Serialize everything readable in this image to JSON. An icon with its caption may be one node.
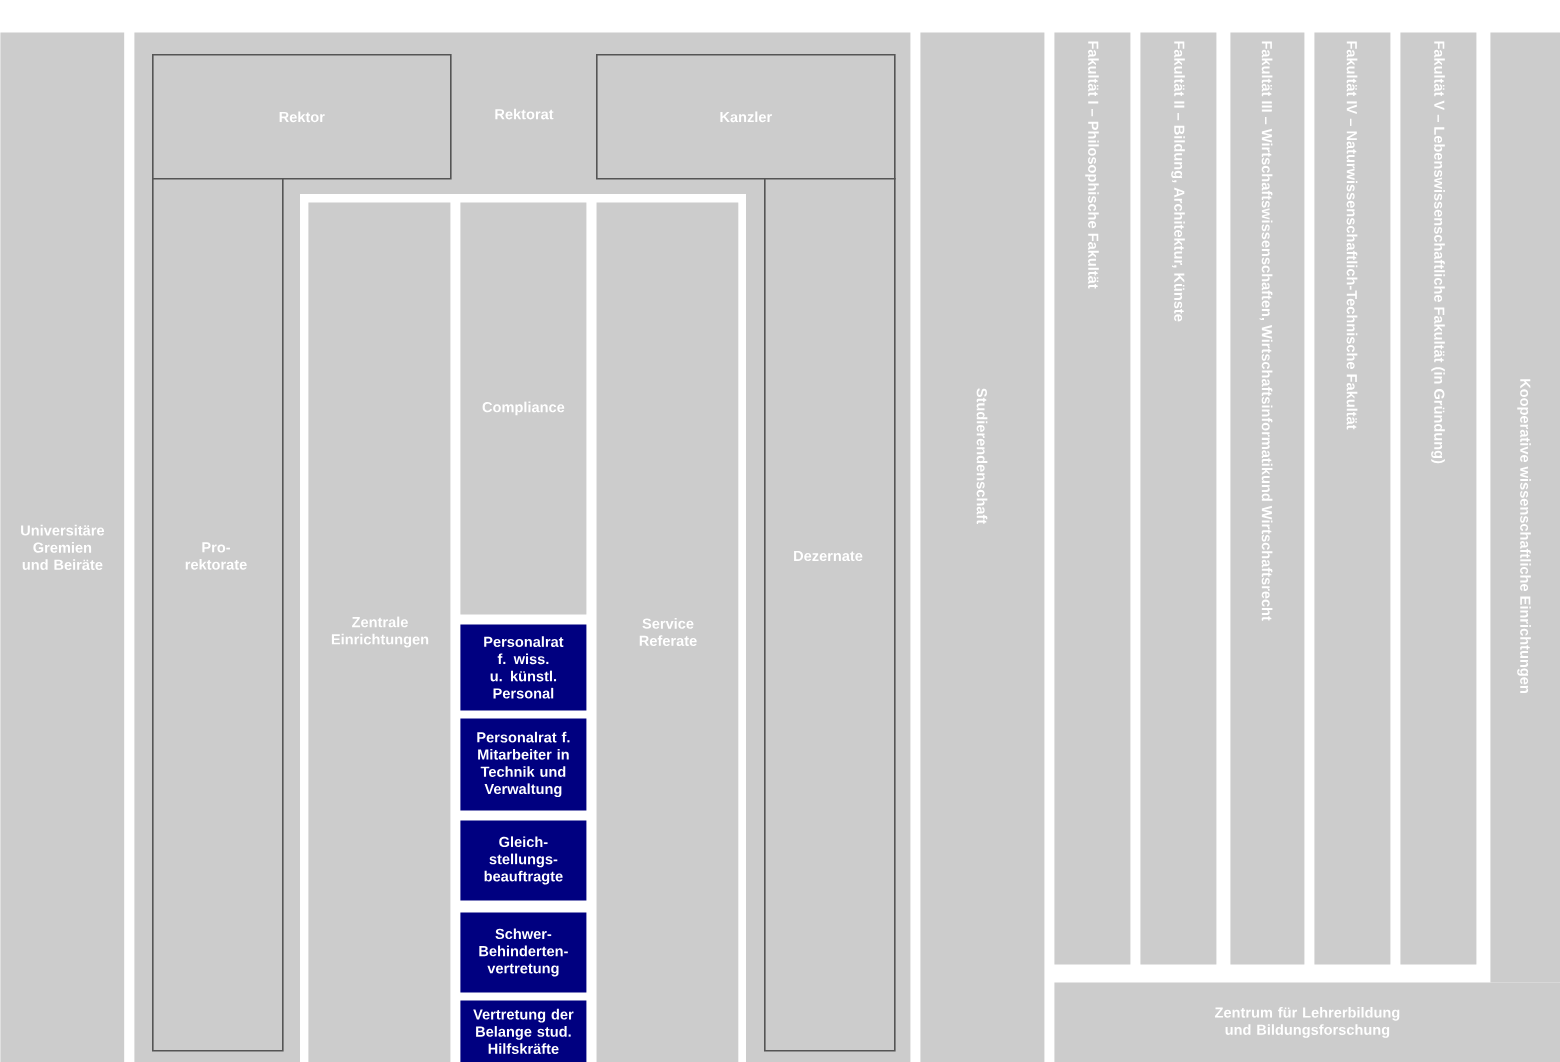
{
  "diagram": {
    "nodes": [
      {
        "text": [
          "Universitäre Gremien und Beiräte"
        ]
      },
      {
        "text": [
          "Rektorat"
        ]
      },
      {
        "text": [
          "Rektor"
        ],
        "in": 1
      },
      {
        "text": [
          "Kanzler"
        ],
        "in": 1
      },
      {
        "text": [
          "Pro- rektorate"
        ],
        "in": 1
      },
      {
        "text": [
          "Zentrale Einrichtungen"
        ],
        "in": 1
      },
      {
        "text": [
          "Compliance"
        ],
        "in": 1
      },
      {
        "text": [
          "Personalrat f. wiss. u. künstl. Personal"
        ],
        "in": 1
      },
      {
        "text": [
          "Personalrat f. Mitarbeiter in Technik und Verwaltung"
        ],
        "in": 1
      },
      {
        "text": [
          "Gleich- stellungs- beauftragte"
        ],
        "in": 1
      },
      {
        "text": [
          "Schwer- Behinderten- vertretung"
        ],
        "in": 1
      },
      {
        "text": [
          "Vertretung der Belange stud. Hilfskräfte"
        ],
        "in": 1
      },
      {
        "text": [
          "Service Referate"
        ],
        "in": 1
      },
      {
        "text": [
          "Dezernate"
        ],
        "in": 1
      },
      {
        "text": [
          "Studierendenschaft"
        ]
      },
      {
        "text": [
          "Fakultät I – Philosophische Fakultät"
        ]
      },
      {
        "text": [
          "Fakultät II – Bildung, Architektur, Künste"
        ]
      },
      {
        "text": [
          "Fakultät III – Wirtschaftswissenschaften, Wirtschaftsinformatikund Wirtschaftsrecht"
        ]
      },
      {
        "text": [
          "Fakultät IV – Naturwissenschaftlich-Technische Fakultät"
        ]
      },
      {
        "text": [
          "Fakultät V – Lebenswissenschaftliche Fakultät (in Gründung)"
        ]
      },
      {
        "text": [
          "Kooperative wissenschaftliche Einrichtungen"
        ]
      },
      {
        "text": [
          "Zentrum für Lehrerbildung und Bildungsforschung"
        ]
      }
    ]
  }
}
